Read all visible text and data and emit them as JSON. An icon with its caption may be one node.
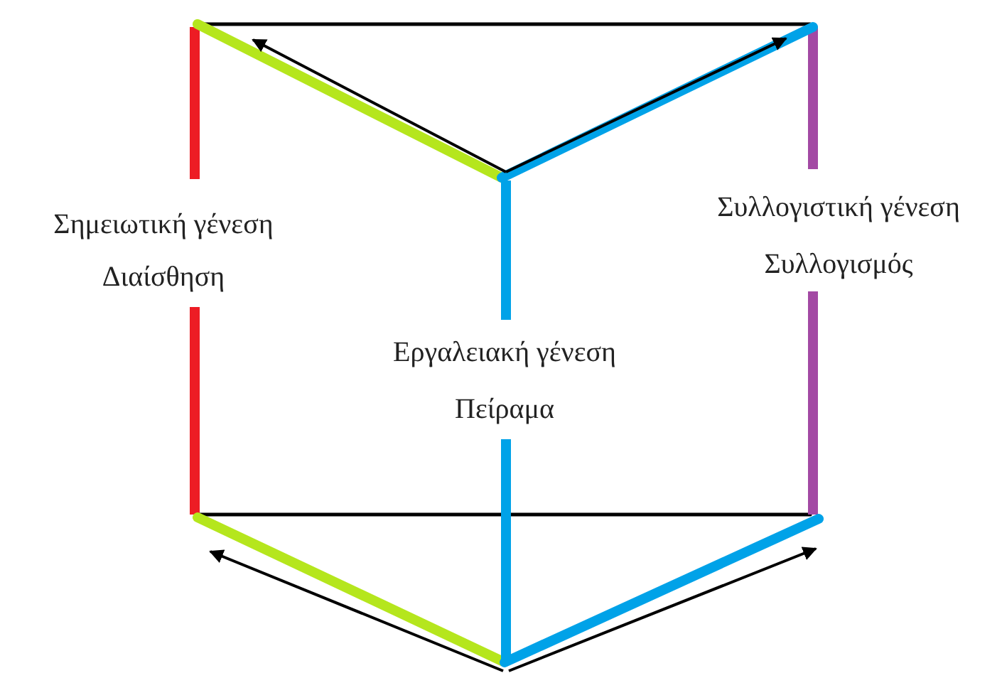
{
  "diagram": {
    "labels": [
      "Σημειωτική γένεση",
      "Διαίσθηση",
      "Συλλογιστική γένεση",
      "Συλλογισμός",
      "Εργαλειακή γένεση",
      "Πείραμα"
    ]
  }
}
